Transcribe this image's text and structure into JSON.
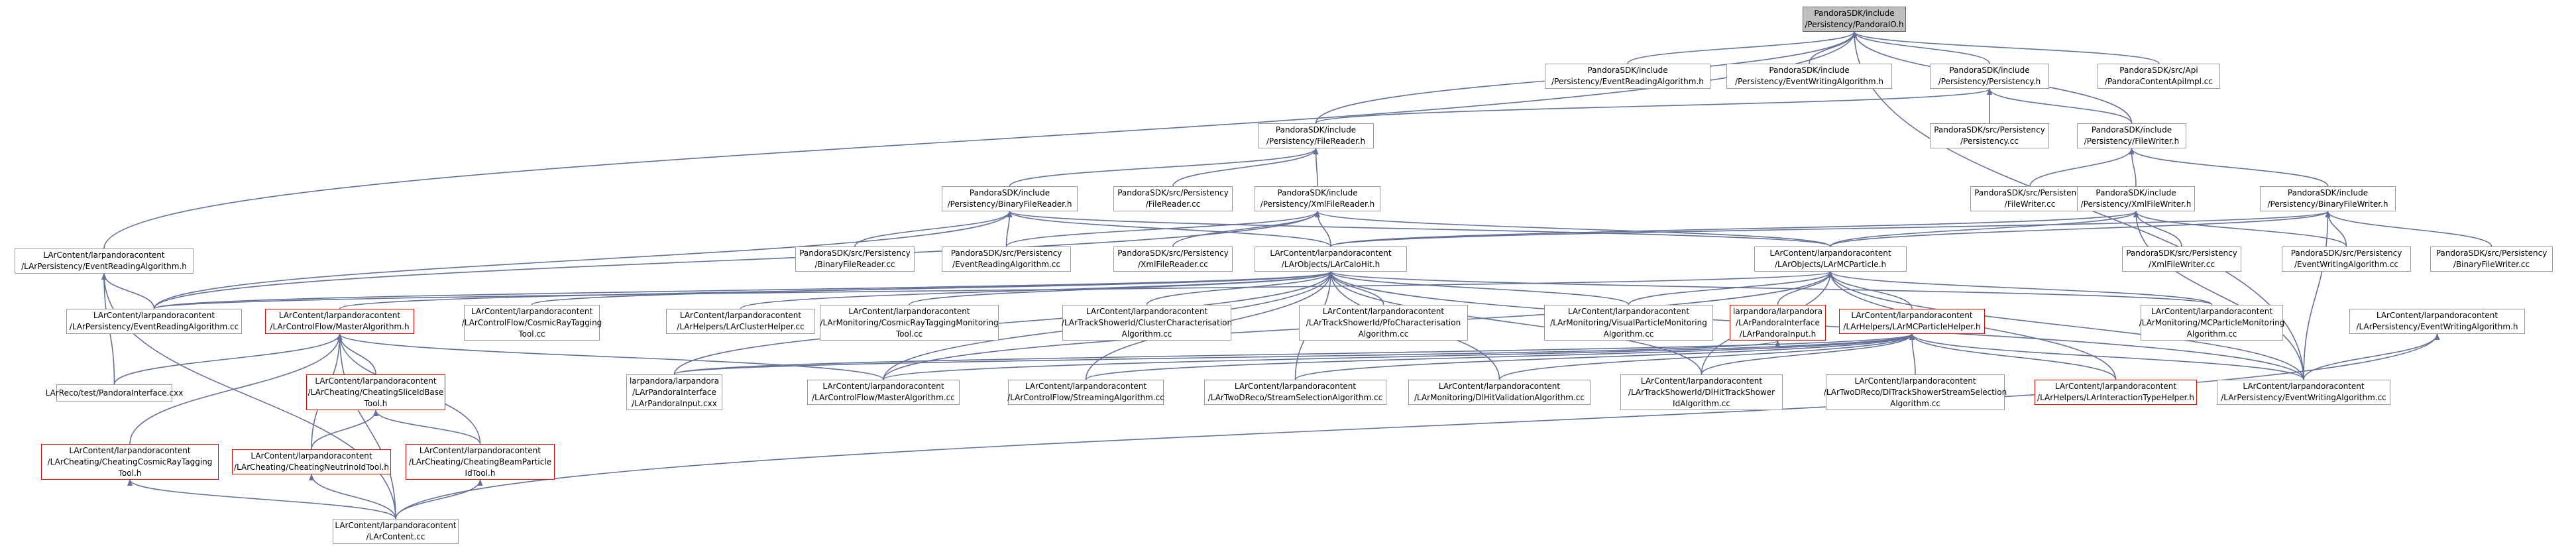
{
  "nodes": {
    "root": [
      "PandoraSDK/include",
      "/Persistency/PandoraIO.h"
    ],
    "n1": [
      "PandoraSDK/include",
      "/Persistency/EventReadingAlgorithm.h"
    ],
    "n2": [
      "PandoraSDK/include",
      "/Persistency/EventWritingAlgorithm.h"
    ],
    "n3": [
      "PandoraSDK/include",
      "/Persistency/Persistency.h"
    ],
    "n4": [
      "PandoraSDK/src/Api",
      "/PandoraContentApiImpl.cc"
    ],
    "n5": [
      "PandoraSDK/include",
      "/Persistency/FileReader.h"
    ],
    "n6": [
      "PandoraSDK/src/Persistency",
      "/Persistency.cc"
    ],
    "n7": [
      "PandoraSDK/include",
      "/Persistency/FileWriter.h"
    ],
    "n8": [
      "LArContent/larpandoracontent",
      "/LArPersistency/EventReadingAlgorithm.h"
    ],
    "n9": [
      "PandoraSDK/include",
      "/Persistency/BinaryFileReader.h"
    ],
    "n10": [
      "PandoraSDK/src/Persistency",
      "/FileReader.cc"
    ],
    "n11": [
      "PandoraSDK/include",
      "/Persistency/XmlFileReader.h"
    ],
    "n12": [
      "PandoraSDK/src/Persistency",
      "/FileWriter.cc"
    ],
    "n13": [
      "PandoraSDK/include",
      "/Persistency/XmlFileWriter.h"
    ],
    "n14": [
      "PandoraSDK/include",
      "/Persistency/BinaryFileWriter.h"
    ],
    "n15": [
      "PandoraSDK/src/Persistency",
      "/BinaryFileReader.cc"
    ],
    "n16": [
      "PandoraSDK/src/Persistency",
      "/EventReadingAlgorithm.cc"
    ],
    "n17": [
      "PandoraSDK/src/Persistency",
      "/XmlFileReader.cc"
    ],
    "n18": [
      "LArContent/larpandoracontent",
      "/LArObjects/LArCaloHit.h"
    ],
    "n19": [
      "LArContent/larpandoracontent",
      "/LArObjects/LArMCParticle.h"
    ],
    "n20": [
      "PandoraSDK/src/Persistency",
      "/XmlFileWriter.cc"
    ],
    "n21": [
      "PandoraSDK/src/Persistency",
      "/EventWritingAlgorithm.cc"
    ],
    "n22": [
      "PandoraSDK/src/Persistency",
      "/BinaryFileWriter.cc"
    ],
    "n23": [
      "LArContent/larpandoracontent",
      "/LArPersistency/EventReadingAlgorithm.cc"
    ],
    "n24": [
      "LArContent/larpandoracontent",
      "/LArControlFlow/MasterAlgorithm.h"
    ],
    "n25": [
      "LArContent/larpandoracontent",
      "/LArControlFlow/CosmicRayTagging",
      "Tool.cc"
    ],
    "n26": [
      "LArContent/larpandoracontent",
      "/LArHelpers/LArClusterHelper.cc"
    ],
    "n27": [
      "LArContent/larpandoracontent",
      "/LArMonitoring/CosmicRayTaggingMonitoring",
      "Tool.cc"
    ],
    "n28": [
      "LArContent/larpandoracontent",
      "/LArTrackShowerId/ClusterCharacterisation",
      "Algorithm.cc"
    ],
    "n29": [
      "LArContent/larpandoracontent",
      "/LArTrackShowerId/PfoCharacterisation",
      "Algorithm.cc"
    ],
    "n30": [
      "LArContent/larpandoracontent",
      "/LArMonitoring/VisualParticleMonitoring",
      "Algorithm.cc"
    ],
    "n31": [
      "larpandora/larpandora",
      "/LArPandoraInterface",
      "/LArPandoraInput.h"
    ],
    "n32": [
      "LArContent/larpandoracontent",
      "/LArHelpers/LArMCParticleHelper.h"
    ],
    "n33": [
      "LArContent/larpandoracontent",
      "/LArMonitoring/MCParticleMonitoring",
      "Algorithm.cc"
    ],
    "n34": [
      "LArContent/larpandoracontent",
      "/LArPersistency/EventWritingAlgorithm.h"
    ],
    "n35": [
      "LArReco/test/PandoraInterface.cxx"
    ],
    "n36": [
      "LArContent/larpandoracontent",
      "/LArCheating/CheatingSliceIdBase",
      "Tool.h"
    ],
    "n37": [
      "larpandora/larpandora",
      "/LArPandoraInterface",
      "/LArPandoraInput.cxx"
    ],
    "n38": [
      "LArContent/larpandoracontent",
      "/LArControlFlow/MasterAlgorithm.cc"
    ],
    "n39": [
      "LArContent/larpandoracontent",
      "/LArControlFlow/StreamingAlgorithm.cc"
    ],
    "n40": [
      "LArContent/larpandoracontent",
      "/LArTwoDReco/StreamSelectionAlgorithm.cc"
    ],
    "n41": [
      "LArContent/larpandoracontent",
      "/LArMonitoring/DlHitValidationAlgorithm.cc"
    ],
    "n42": [
      "LArContent/larpandoracontent",
      "/LArTrackShowerId/DlHitTrackShower",
      "IdAlgorithm.cc"
    ],
    "n43": [
      "LArContent/larpandoracontent",
      "/LArTwoDReco/DlTrackShowerStreamSelection",
      "Algorithm.cc"
    ],
    "n44": [
      "LArContent/larpandoracontent",
      "/LArHelpers/LArInteractionTypeHelper.h"
    ],
    "n45": [
      "LArContent/larpandoracontent",
      "/LArPersistency/EventWritingAlgorithm.cc"
    ],
    "n46": [
      "LArContent/larpandoracontent",
      "/LArCheating/CheatingCosmicRayTagging",
      "Tool.h"
    ],
    "n47": [
      "LArContent/larpandoracontent",
      "/LArCheating/CheatingNeutrinoIdTool.h"
    ],
    "n48": [
      "LArContent/larpandoracontent",
      "/LArCheating/CheatingBeamParticle",
      "IdTool.h"
    ],
    "n49": [
      "LArContent/larpandoracontent",
      "/LArContent.cc"
    ]
  },
  "colors": {
    "edge": "#63709a",
    "node_border": "#999999",
    "incomplete_border": "#ff0000",
    "root_fill": "#bfbfbf"
  }
}
